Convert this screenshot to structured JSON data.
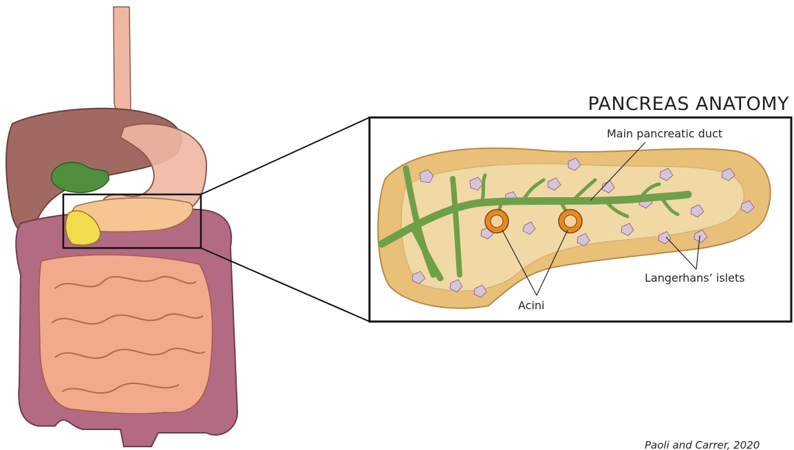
{
  "title": "PANCREAS ANATOMY",
  "labels": {
    "duct": "Main pancreatic duct",
    "acini": "Acini",
    "islets": "Langerhans’ islets"
  },
  "credit": "Paoli and Carrer, 2020",
  "colors": {
    "liver": "#a06a62",
    "gallbladder": "#4f8f3e",
    "stomach": "#f0b7a3",
    "pancreas_small": "#f6c594",
    "duodenum": "#f2dc4e",
    "colon": "#b36a83",
    "small_intestine": "#f2a98c",
    "pancreas_lobules": "#e8c078",
    "duct_green": "#6ea04a",
    "acini_orange": "#e58a22",
    "islet": "#d8c4d8",
    "frame": "#111111"
  },
  "icons": [
    "digestive-system-illustration",
    "pancreas-illustration"
  ]
}
